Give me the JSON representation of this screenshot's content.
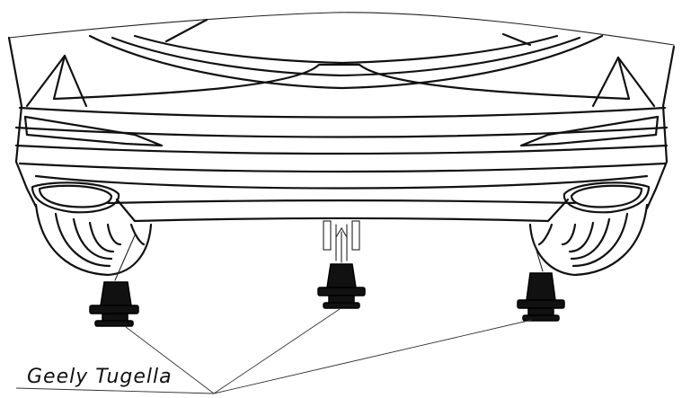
{
  "caption": "Geely Tugella",
  "ink_color": "#111111",
  "background_color": "#ffffff",
  "clips": [
    {
      "name": "left-clip"
    },
    {
      "name": "center-clip"
    },
    {
      "name": "right-clip"
    }
  ]
}
